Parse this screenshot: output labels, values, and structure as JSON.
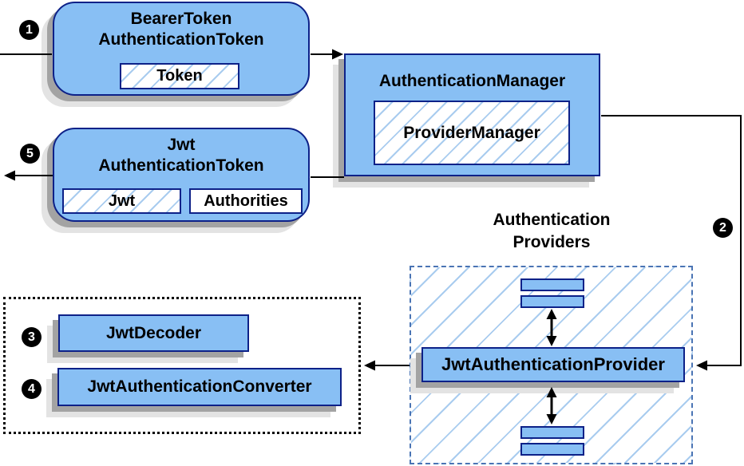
{
  "diagram": {
    "steps": {
      "s1": "1",
      "s2": "2",
      "s3": "3",
      "s4": "4",
      "s5": "5"
    },
    "nodes": {
      "bearer_token": {
        "title_line1": "BearerToken",
        "title_line2": "AuthenticationToken",
        "fields": [
          "Token"
        ]
      },
      "authentication_manager": {
        "title": "AuthenticationManager",
        "implementation": "ProviderManager"
      },
      "jwt_authentication_token": {
        "title_line1": "Jwt",
        "title_line2": "AuthenticationToken",
        "fields": [
          "Jwt",
          "Authorities"
        ]
      },
      "jwt_authentication_provider": {
        "title": "JwtAuthenticationProvider"
      },
      "jwt_decoder": {
        "title": "JwtDecoder"
      },
      "jwt_authentication_converter": {
        "title": "JwtAuthenticationConverter"
      }
    },
    "groups": {
      "authentication_providers": {
        "label_line1": "Authentication",
        "label_line2": "Providers"
      }
    },
    "colors": {
      "node_fill": "#88BFF4",
      "node_border": "#0D2188",
      "hatch_line": "#A9CCEF",
      "group_dashed_border": "#4A74B4",
      "group_dotted_border": "#000000",
      "connector": "#000000",
      "shadow_dark": "#A3A3A3",
      "shadow_light": "#E3E3E3",
      "badge_background": "#000000",
      "badge_text": "#FFFFFF"
    }
  }
}
